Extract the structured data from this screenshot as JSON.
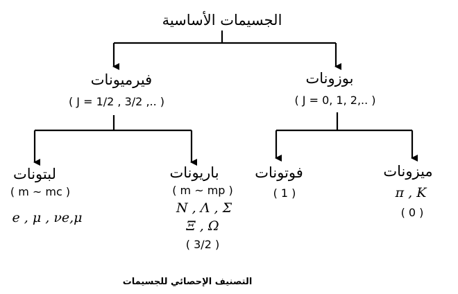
{
  "root": {
    "title": "الجسيمات الأساسية"
  },
  "fermions": {
    "label": "فيرميونات",
    "spin": "( J = 1/2 , 3/2 ,.. )"
  },
  "bosons": {
    "label": "بوزونات",
    "spin": "( J = 0, 1, 2,.. )"
  },
  "leptons": {
    "label": "لبتونات",
    "mass": "( m ~ mc )",
    "members": "e , μ , νe,μ"
  },
  "baryons": {
    "label": "باريونات",
    "mass": "( m ~ mp )",
    "members1": "N , Λ , Σ",
    "members2": "Ξ , Ω",
    "spin": "( 3/2 )"
  },
  "photons": {
    "label": "فوتونات",
    "spin": "( 1 )"
  },
  "mesons": {
    "label": "ميزونات",
    "members": "π , K",
    "spin": "( 0 )"
  },
  "caption": "التصنيف الإحصائي للجسيمات"
}
